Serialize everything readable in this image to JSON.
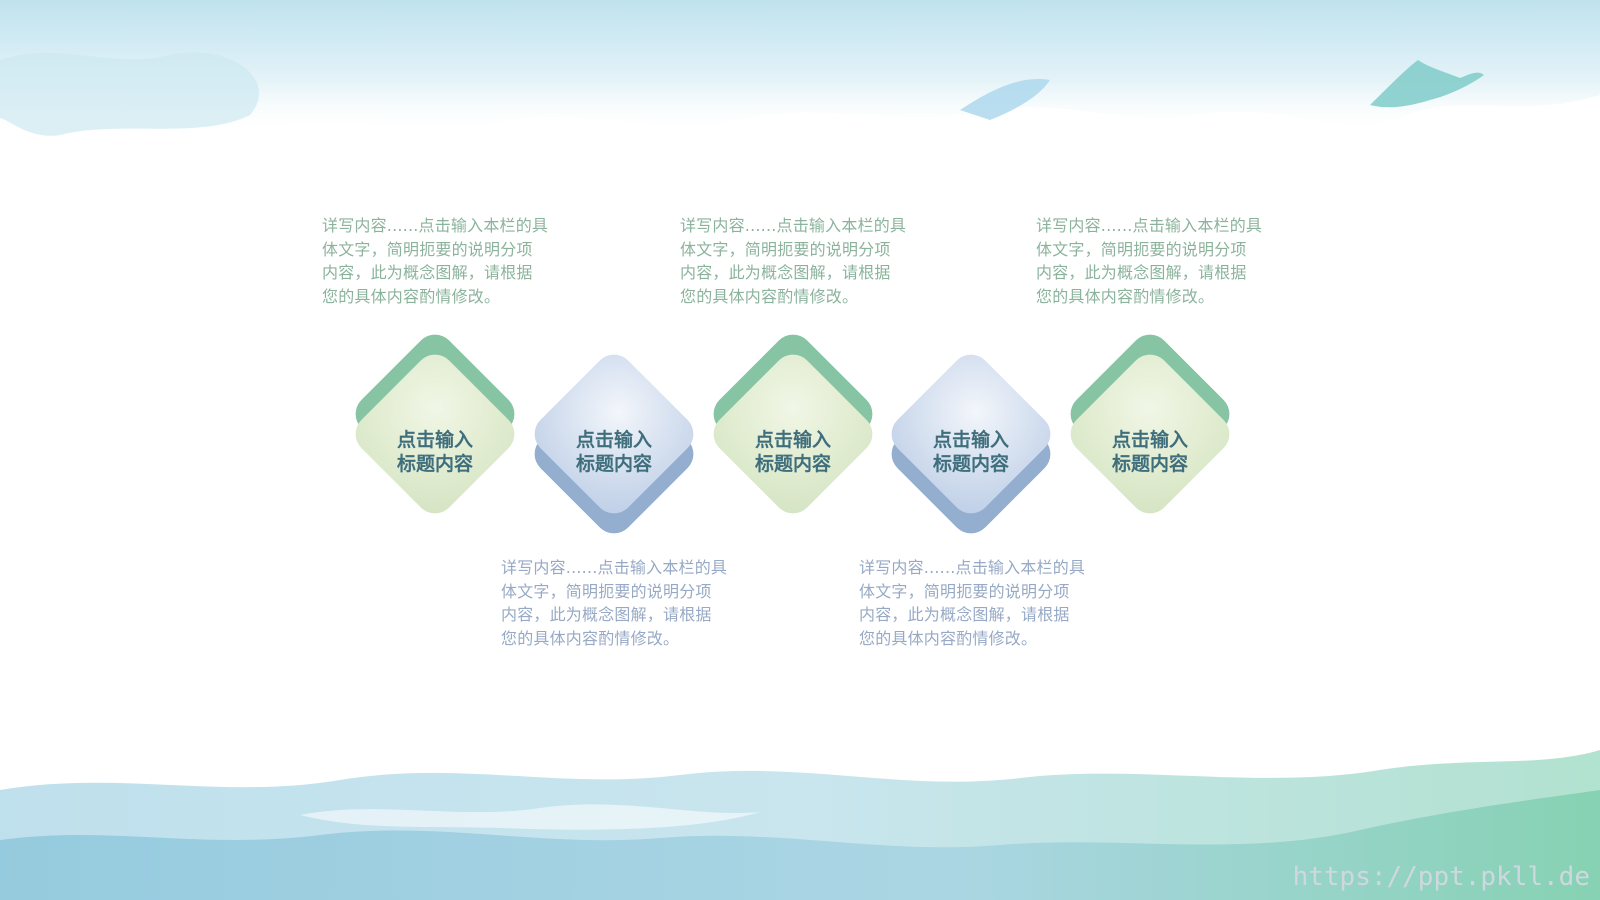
{
  "diagram": {
    "steps": [
      {
        "label_line1": "点击输入",
        "label_line2": "标题内容",
        "color": "#86c4a4",
        "desc_position": "top",
        "desc_lines": [
          "详写内容......点击输入本栏的具",
          "体文字，简明扼要的说明分项",
          "内容，此为概念图解，请根据",
          "您的具体内容酌情修改。"
        ]
      },
      {
        "label_line1": "点击输入",
        "label_line2": "标题内容",
        "color": "#94aed0",
        "desc_position": "bottom",
        "desc_lines": [
          "详写内容......点击输入本栏的具",
          "体文字，简明扼要的说明分项",
          "内容，此为概念图解，请根据",
          "您的具体内容酌情修改。"
        ]
      },
      {
        "label_line1": "点击输入",
        "label_line2": "标题内容",
        "color": "#86c4a4",
        "desc_position": "top",
        "desc_lines": [
          "详写内容......点击输入本栏的具",
          "体文字，简明扼要的说明分项",
          "内容，此为概念图解，请根据",
          "您的具体内容酌情修改。"
        ]
      },
      {
        "label_line1": "点击输入",
        "label_line2": "标题内容",
        "color": "#94aed0",
        "desc_position": "bottom",
        "desc_lines": [
          "详写内容......点击输入本栏的具",
          "体文字，简明扼要的说明分项",
          "内容，此为概念图解，请根据",
          "您的具体内容酌情修改。"
        ]
      },
      {
        "label_line1": "点击输入",
        "label_line2": "标题内容",
        "color": "#86c4a4",
        "desc_position": "top",
        "desc_lines": [
          "详写内容......点击输入本栏的具",
          "体文字，简明扼要的说明分项",
          "内容，此为概念图解，请根据",
          "您的具体内容酌情修改。"
        ]
      }
    ]
  },
  "watermark": "https://ppt.pkll.de",
  "colors": {
    "green": "#86c4a4",
    "blue": "#94aed0",
    "label": "#3f6e7c"
  }
}
